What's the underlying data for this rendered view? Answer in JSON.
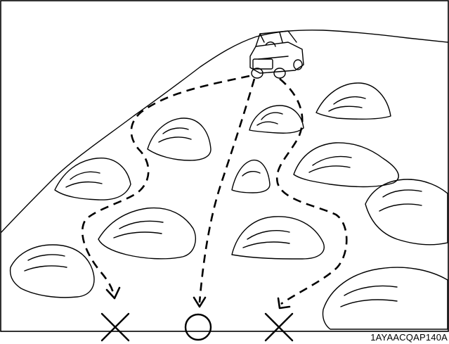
{
  "figure": {
    "code": "1AYAACQAP140A",
    "routes": [
      {
        "id": "left",
        "outcome": "incorrect",
        "symbol": "×"
      },
      {
        "id": "center",
        "outcome": "correct",
        "symbol": "○"
      },
      {
        "id": "right",
        "outcome": "incorrect",
        "symbol": "×"
      }
    ],
    "icons": [
      "utility-vehicle-icon",
      "mound-icon",
      "cross-mark-icon",
      "circle-mark-icon"
    ],
    "colors": {
      "ink": "#000000",
      "background": "#ffffff"
    }
  }
}
